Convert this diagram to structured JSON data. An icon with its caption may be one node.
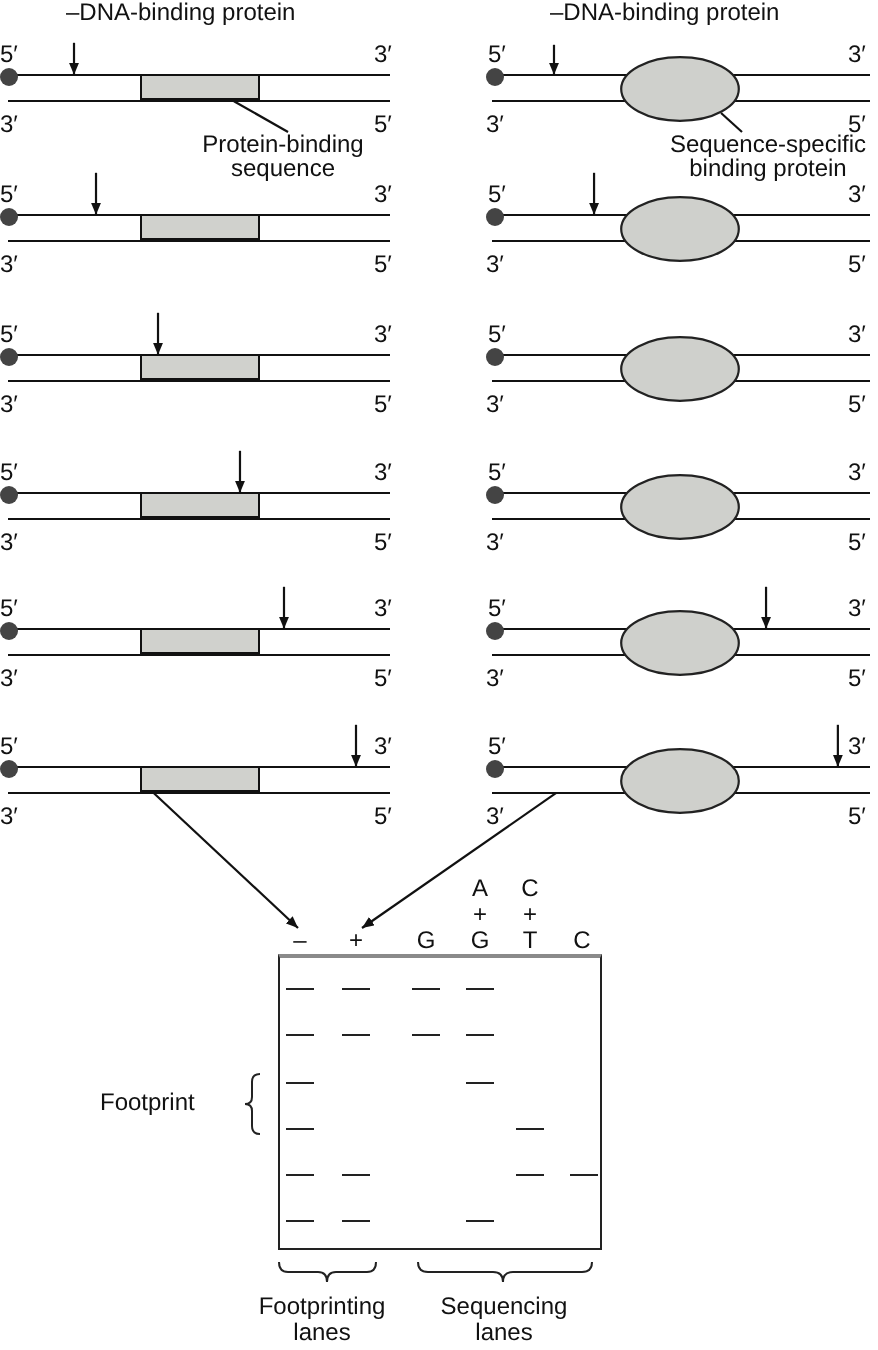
{
  "diagram": {
    "nodes": [
      {
        "text": [],
        "shape": "lines",
        "beside": [
          "5′",
          "3′",
          "3′",
          "5′"
        ]
      },
      {
        "text": [],
        "shape": "box",
        "in": 0
      },
      {
        "text": [
          "Protein-binding sequence"
        ]
      },
      {
        "text": [],
        "shape": "lines",
        "beside": [
          "5′",
          "3′",
          "3′",
          "5′"
        ]
      },
      {
        "text": [],
        "shape": "box",
        "in": 3
      },
      {
        "text": [],
        "shape": "lines",
        "beside": [
          "5′",
          "3′",
          "3′",
          "5′"
        ]
      },
      {
        "text": [],
        "shape": "box",
        "in": 5
      },
      {
        "text": [],
        "shape": "lines",
        "beside": [
          "5′",
          "3′",
          "3′",
          "5′"
        ]
      },
      {
        "text": [],
        "shape": "box",
        "in": 7
      },
      {
        "text": [],
        "shape": "lines",
        "beside": [
          "5′",
          "3′",
          "3′",
          "5′"
        ]
      },
      {
        "text": [],
        "shape": "box",
        "in": 9
      },
      {
        "text": [],
        "shape": "lines",
        "beside": [
          "5′",
          "3′",
          "3′",
          "5′"
        ]
      },
      {
        "text": [],
        "shape": "box",
        "in": 11
      },
      {
        "text": [],
        "shape": "lines",
        "beside": [
          "5′",
          "3′",
          "3′",
          "5′"
        ]
      },
      {
        "text": [],
        "shape": "ellipse"
      },
      {
        "text": [
          "Sequence-specific binding protein"
        ]
      },
      {
        "text": [],
        "shape": "lines",
        "beside": [
          "5′",
          "3′",
          "3′",
          "5′"
        ]
      },
      {
        "text": [],
        "shape": "ellipse"
      },
      {
        "text": [],
        "shape": "lines",
        "beside": [
          "5′",
          "3′",
          "3′",
          "5′"
        ]
      },
      {
        "text": [],
        "shape": "ellipse"
      },
      {
        "text": [],
        "shape": "lines",
        "beside": [
          "5′",
          "3′",
          "3′",
          "5′"
        ]
      },
      {
        "text": [],
        "shape": "ellipse"
      },
      {
        "text": [],
        "shape": "lines",
        "beside": [
          "5′",
          "3′",
          "3′",
          "5′"
        ]
      },
      {
        "text": [],
        "shape": "ellipse"
      },
      {
        "text": [],
        "shape": "lines",
        "beside": [
          "5′",
          "3′",
          "3′",
          "5′"
        ]
      },
      {
        "text": [],
        "shape": "ellipse"
      },
      {
        "text": [
          "–"
        ]
      },
      {
        "text": [
          "+"
        ]
      }
    ],
    "edges": [
      {
        "from": 2,
        "to": 1,
        "arrow": "none"
      },
      {
        "from": 15,
        "to": 14,
        "arrow": "none"
      },
      {
        "from": null,
        "to": 0,
        "arrow": "to"
      },
      {
        "from": null,
        "to": 3,
        "arrow": "to"
      },
      {
        "from": null,
        "to": 5,
        "arrow": "to"
      },
      {
        "from": null,
        "to": 7,
        "arrow": "to"
      },
      {
        "from": null,
        "to": 9,
        "arrow": "to"
      },
      {
        "from": null,
        "to": 11,
        "arrow": "to"
      },
      {
        "from": null,
        "to": 13,
        "arrow": "to"
      },
      {
        "from": null,
        "to": 16,
        "arrow": "to"
      },
      {
        "from": null,
        "to": 22,
        "arrow": "to"
      },
      {
        "from": null,
        "to": 24,
        "arrow": "to"
      },
      {
        "from": 11,
        "to": 26,
        "arrow": "to"
      },
      {
        "from": 24,
        "to": 27,
        "arrow": "to"
      }
    ],
    "labels": [
      "–DNA-binding protein",
      "–DNA-binding protein",
      "G",
      "A + G",
      "C + T",
      "C",
      "Footprint",
      "Footprinting lanes",
      "Sequencing lanes"
    ]
  }
}
